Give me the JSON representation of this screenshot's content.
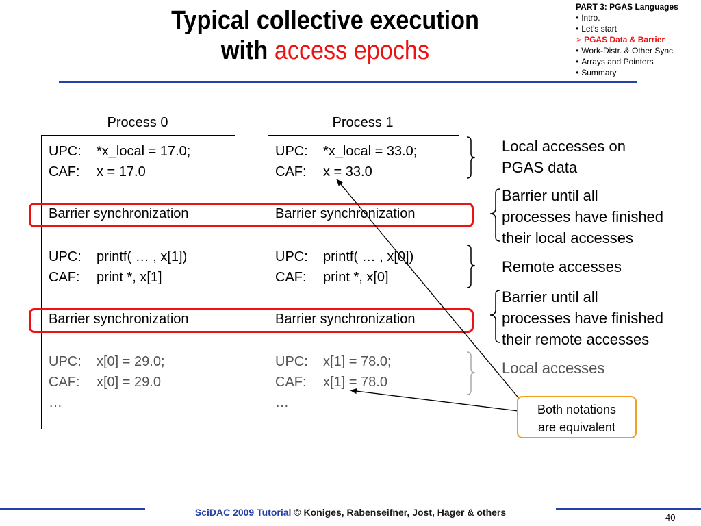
{
  "title": {
    "line1": "Typical collective execution",
    "line2_black": "with",
    "line2_red": "access epochs"
  },
  "nav": {
    "head": "PART 3: PGAS Languages",
    "items": [
      "Intro.",
      "Let’s start",
      "PGAS Data & Barrier",
      "Work-Distr. & Other Sync.",
      "Arrays and Pointers",
      "Summary"
    ]
  },
  "processes": [
    {
      "header": "Process 0",
      "local": [
        {
          "k": "UPC:",
          "v": "*x_local = 17.0;"
        },
        {
          "k": "CAF:",
          "v": "x = 17.0"
        }
      ],
      "barrier1": "Barrier synchronization",
      "remote": [
        {
          "k": "UPC:",
          "v": "printf( … , x[1])"
        },
        {
          "k": "CAF:",
          "v": "print *, x[1]"
        }
      ],
      "barrier2": "Barrier synchronization",
      "local2": [
        {
          "k": "UPC:",
          "v": "x[0] = 29.0;"
        },
        {
          "k": "CAF:",
          "v": "x[0] = 29.0"
        }
      ],
      "ellipsis": "…"
    },
    {
      "header": "Process 1",
      "local": [
        {
          "k": "UPC:",
          "v": "*x_local = 33.0;"
        },
        {
          "k": "CAF:",
          "v": "x = 33.0"
        }
      ],
      "barrier1": "Barrier synchronization",
      "remote": [
        {
          "k": "UPC:",
          "v": "printf( … , x[0])"
        },
        {
          "k": "CAF:",
          "v": "print *, x[0]"
        }
      ],
      "barrier2": "Barrier synchronization",
      "local2": [
        {
          "k": "UPC:",
          "v": "x[1] = 78.0;"
        },
        {
          "k": "CAF:",
          "v": "x[1] = 78.0"
        }
      ],
      "ellipsis": "…"
    }
  ],
  "notes": {
    "local_access": [
      "Local accesses on",
      "PGAS data"
    ],
    "barrier_local": [
      "Barrier until all",
      "processes have finished",
      "their local accesses"
    ],
    "remote": "Remote accesses",
    "barrier_remote": [
      "Barrier until all",
      "processes have finished",
      "their remote accesses"
    ],
    "local2": "Local accesses"
  },
  "callout": [
    "Both notations",
    "are equivalent"
  ],
  "footer": {
    "brand": "SciDAC 2009 Tutorial",
    "rest": "© Koniges, Rabenseifner, Jost, Hager & others"
  },
  "page_number": "40",
  "colors": {
    "accent_red": "#ee1111",
    "rule_blue": "#2540a8",
    "callout_border": "#f0a020",
    "dim_text": "#555555"
  }
}
